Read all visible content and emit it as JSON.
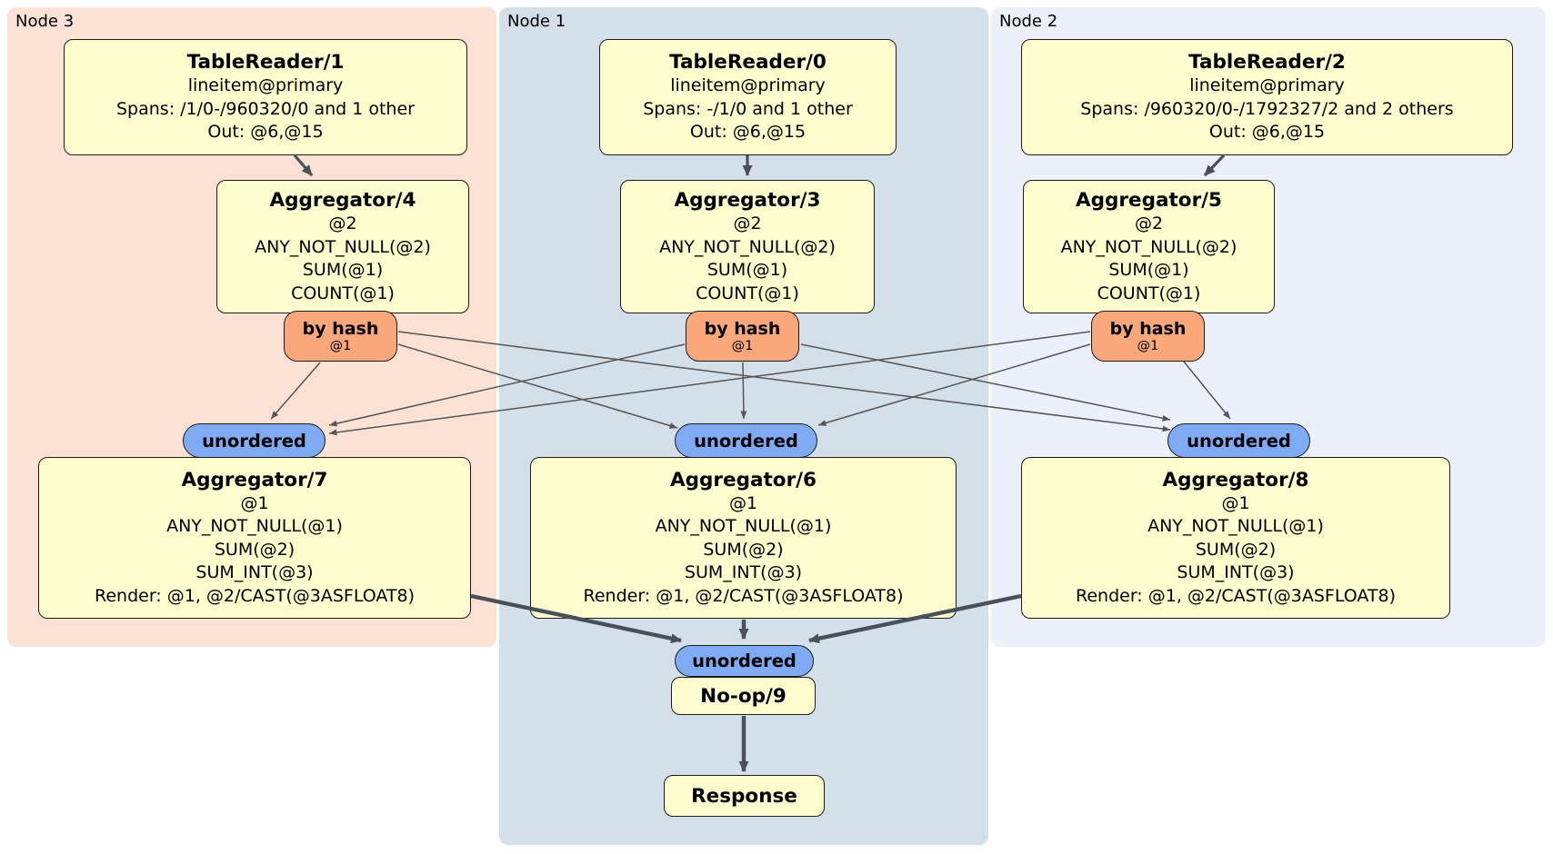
{
  "regions": [
    {
      "label": "Node 3"
    },
    {
      "label": "Node 1"
    },
    {
      "label": "Node 2"
    }
  ],
  "boxes": {
    "tr1": {
      "title": "TableReader/1",
      "lines": [
        "lineitem@primary",
        "Spans: /1/0-/960320/0 and 1 other",
        "Out: @6,@15"
      ]
    },
    "tr0": {
      "title": "TableReader/0",
      "lines": [
        "lineitem@primary",
        "Spans: -/1/0 and 1 other",
        "Out: @6,@15"
      ]
    },
    "tr2": {
      "title": "TableReader/2",
      "lines": [
        "lineitem@primary",
        "Spans: /960320/0-/1792327/2 and 2 others",
        "Out: @6,@15"
      ]
    },
    "agg4": {
      "title": "Aggregator/4",
      "lines": [
        "@2",
        "ANY_NOT_NULL(@2)",
        "SUM(@1)",
        "COUNT(@1)"
      ]
    },
    "agg3": {
      "title": "Aggregator/3",
      "lines": [
        "@2",
        "ANY_NOT_NULL(@2)",
        "SUM(@1)",
        "COUNT(@1)"
      ]
    },
    "agg5": {
      "title": "Aggregator/5",
      "lines": [
        "@2",
        "ANY_NOT_NULL(@2)",
        "SUM(@1)",
        "COUNT(@1)"
      ]
    },
    "agg7": {
      "title": "Aggregator/7",
      "lines": [
        "@1",
        "ANY_NOT_NULL(@1)",
        "SUM(@2)",
        "SUM_INT(@3)",
        "Render: @1, @2/CAST(@3ASFLOAT8)"
      ]
    },
    "agg6": {
      "title": "Aggregator/6",
      "lines": [
        "@1",
        "ANY_NOT_NULL(@1)",
        "SUM(@2)",
        "SUM_INT(@3)",
        "Render: @1, @2/CAST(@3ASFLOAT8)"
      ]
    },
    "agg8": {
      "title": "Aggregator/8",
      "lines": [
        "@1",
        "ANY_NOT_NULL(@1)",
        "SUM(@2)",
        "SUM_INT(@3)",
        "Render: @1, @2/CAST(@3ASFLOAT8)"
      ]
    },
    "noop": {
      "title": "No-op/9"
    },
    "response": {
      "title": "Response"
    }
  },
  "routers": [
    {
      "label": "by hash",
      "detail": "@1"
    },
    {
      "label": "by hash",
      "detail": "@1"
    },
    {
      "label": "by hash",
      "detail": "@1"
    }
  ],
  "syncs": [
    {
      "label": "unordered"
    },
    {
      "label": "unordered"
    },
    {
      "label": "unordered"
    },
    {
      "label": "unordered"
    }
  ],
  "colors": {
    "region_node3": "#fbe2d5",
    "region_node1": "#d3e0ea",
    "region_node2": "#ecf0fa",
    "processor_box_fill": "#fdfdce",
    "router_fill": "#f9a77b",
    "sync_fill": "#7faaf4",
    "edge_thin": "#555555",
    "edge_thick": "#4a5058",
    "border": "#1c1c1c"
  }
}
